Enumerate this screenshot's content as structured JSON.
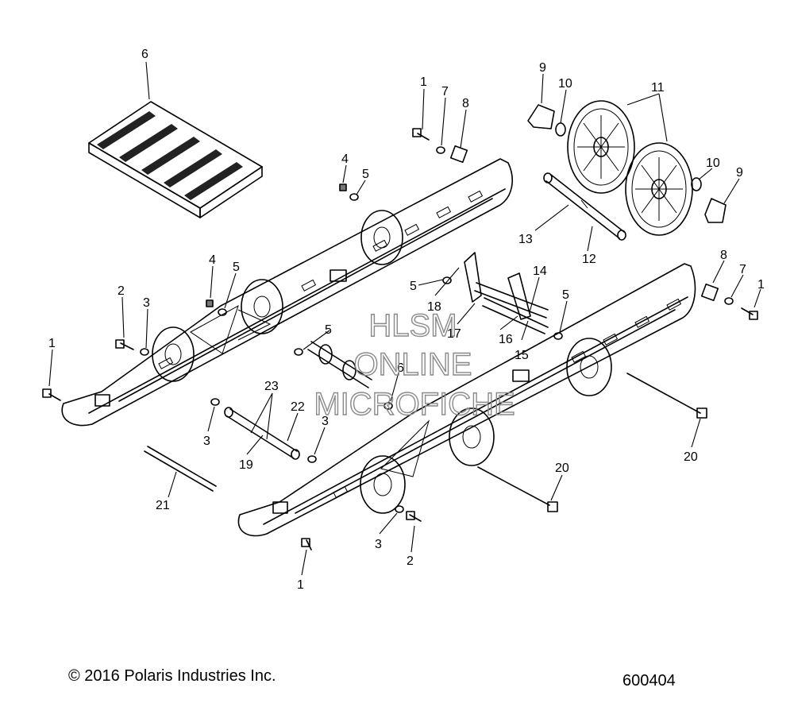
{
  "callouts": [
    "1",
    "2",
    "3",
    "4",
    "5",
    "6",
    "7",
    "8",
    "9",
    "10",
    "11",
    "12",
    "13",
    "14",
    "15",
    "16",
    "17",
    "18",
    "19",
    "20",
    "21",
    "22",
    "23"
  ],
  "watermark": {
    "line1": "HLSM",
    "line2": "ONLINE",
    "line3": "MICROFICHE"
  },
  "footer": {
    "copyright": "© 2016 Polaris Industries Inc.",
    "diagram_number": "600404"
  }
}
